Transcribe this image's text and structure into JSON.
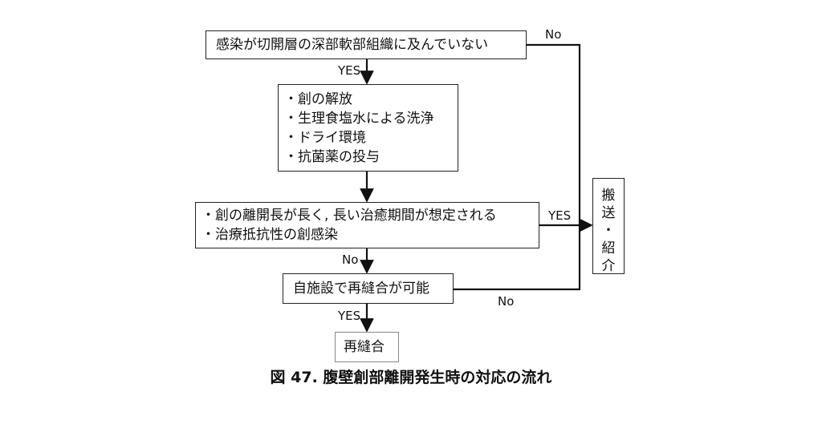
{
  "nodes": {
    "depth_check": "感染が切開層の深部軟部組織に及んでいない",
    "wound_care": [
      "・創の解放",
      "・生理食塩水による洗浄",
      "・ドライ環境",
      "・抗菌薬の投与"
    ],
    "long_healing": [
      "・創の離開長が長く, 長い治癒期間が想定される",
      "・治療抵抗性の創感染"
    ],
    "resuture_possible": "自施設で再縫合が可能",
    "resuture": "再縫合",
    "transfer": "搬送・紹介"
  },
  "labels": {
    "no_top": "No",
    "yes_1": "YES",
    "yes_right": "YES",
    "no_mid": "No",
    "no_bottom": "No",
    "yes_2": "YES"
  },
  "caption": "図 47. 腹壁創部離開発生時の対応の流れ"
}
